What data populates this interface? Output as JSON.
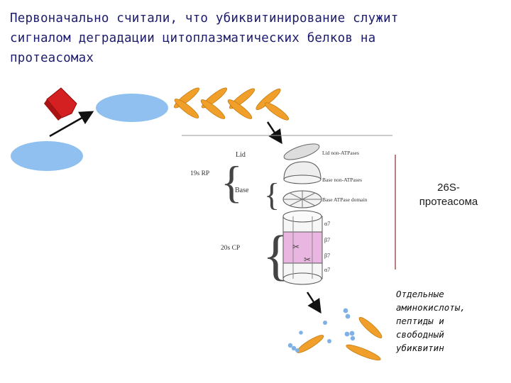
{
  "title": {
    "line1": "Первоначально считали, что убиквитинирование служит",
    "line2": "сигналом деградации цитоплазматических белков на",
    "line3": "протеасомах"
  },
  "proteasome_label": {
    "line1": "26S-",
    "line2": "протеасома"
  },
  "products_label": {
    "line1": "Отдельные",
    "line2": "аминокислоты,",
    "line3": "пептиды и",
    "line4": "свободный",
    "line5": "убиквитин"
  },
  "figure": {
    "rp_label": "19s RP",
    "lid_label": "Lid",
    "base_label": "Base",
    "cp_label": "20s CP",
    "lid_non_atpases": "Lid non-ATPases",
    "base_non_atpases": "Base non-ATPases",
    "base_atpase_domain": "Base ATPase domain",
    "ring_a_top": "α7",
    "ring_b_top": "β7",
    "ring_b_bottom": "β7",
    "ring_a_bottom": "α7"
  },
  "colors": {
    "title_text": "#1c1c6e",
    "protein": "#8fc0ef",
    "ubiquitin": "#f0a02a",
    "e3_ligase": "#d42020",
    "peptide_dots": "#7fb1e6",
    "core_pink": "#e9b6e2",
    "divider": "#b98080"
  }
}
